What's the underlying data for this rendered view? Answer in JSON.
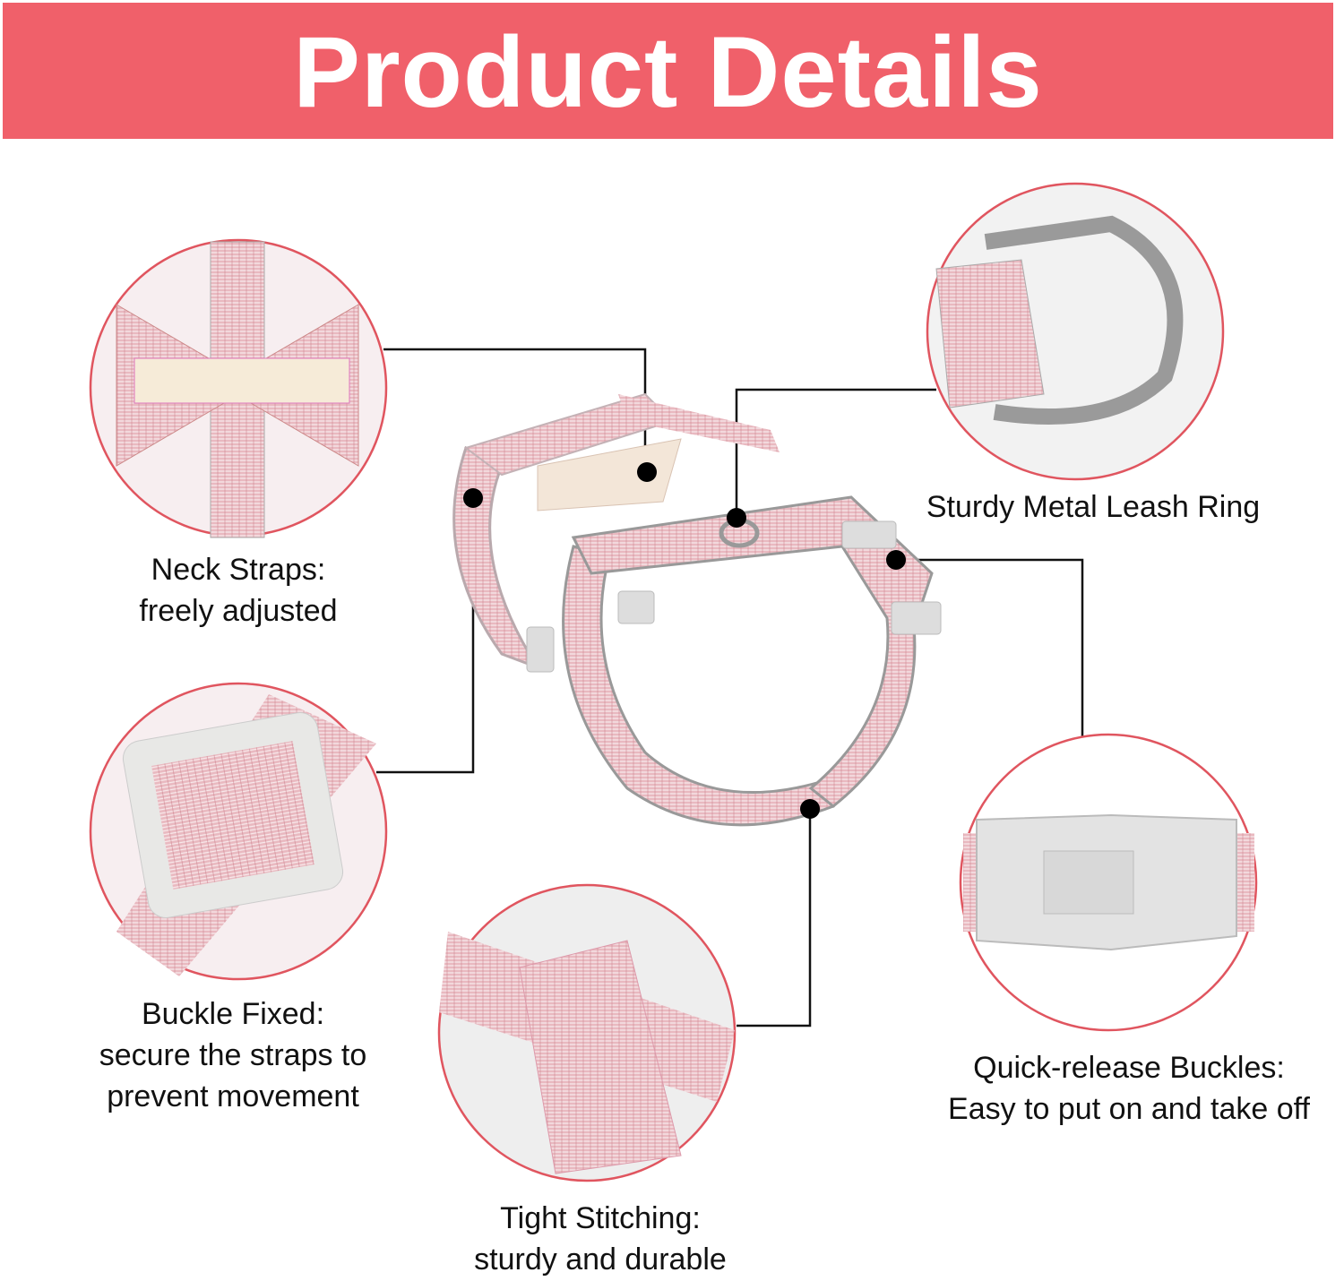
{
  "banner": {
    "title": "Product Details",
    "color": "#f0606a"
  },
  "accent_color": "#e0555f",
  "features": [
    {
      "title": "Neck Straps:",
      "subtitle": "freely adjusted",
      "icon": "bow-strap-closeup"
    },
    {
      "title": "Sturdy Metal Leash Ring",
      "icon": "d-ring-closeup"
    },
    {
      "title": "Buckle Fixed:",
      "subtitle": "secure the straps to",
      "subtitle2": "prevent movement",
      "icon": "slide-buckle-closeup"
    },
    {
      "title": "Tight Stitching:",
      "subtitle": "sturdy and durable",
      "icon": "stitching-closeup"
    },
    {
      "title": "Quick-release Buckles:",
      "subtitle": "Easy to put on and take off",
      "icon": "quick-release-buckle-closeup"
    }
  ]
}
